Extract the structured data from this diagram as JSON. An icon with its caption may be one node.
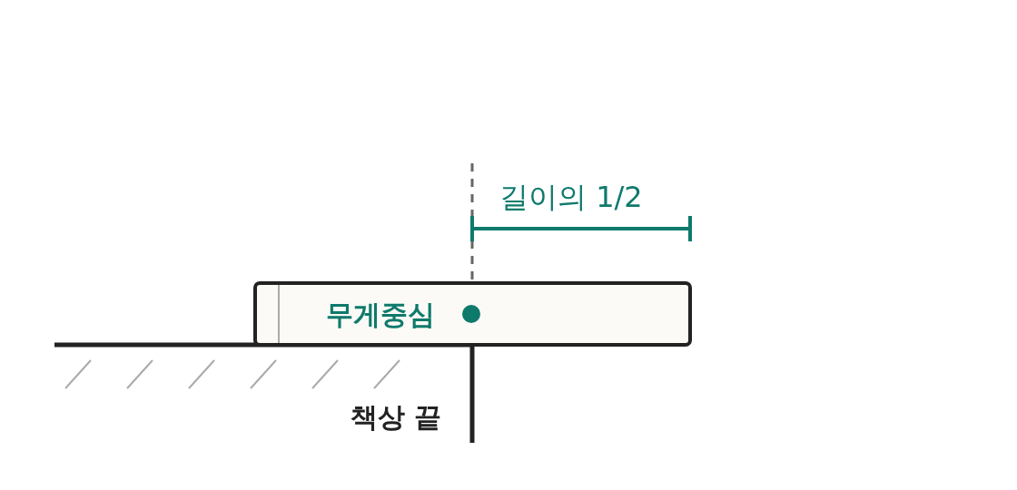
{
  "diagram": {
    "nodes": [
      {
        "text": [
          "무게중심"
        ]
      }
    ],
    "labels": [
      "길이의 1/2",
      "책상 끝"
    ]
  }
}
